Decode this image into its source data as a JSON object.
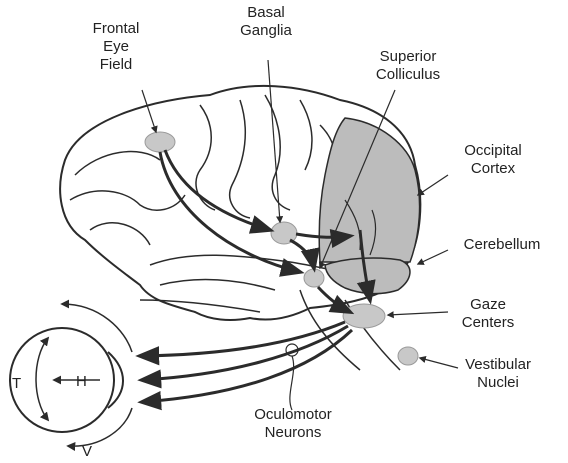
{
  "labels": {
    "frontal_eye_field": [
      "Frontal",
      "Eye",
      "Field"
    ],
    "basal_ganglia": [
      "Basal",
      "Ganglia"
    ],
    "superior_colliculus": [
      "Superior",
      "Colliculus"
    ],
    "occipital_cortex": [
      "Occipital",
      "Cortex"
    ],
    "cerebellum": "Cerebellum",
    "gaze_centers": [
      "Gaze",
      "Centers"
    ],
    "vestibular_nuclei": [
      "Vestibular",
      "Nuclei"
    ],
    "oculomotor_neurons": [
      "Oculomotor",
      "Neurons"
    ]
  },
  "eye_axes": {
    "torsion": "T",
    "horizontal": "H",
    "vertical": "V"
  },
  "colors": {
    "line": "#2b2b2b",
    "shade": "#bcbcbc",
    "nucleus": "#c8c8c8",
    "background": "#ffffff"
  }
}
